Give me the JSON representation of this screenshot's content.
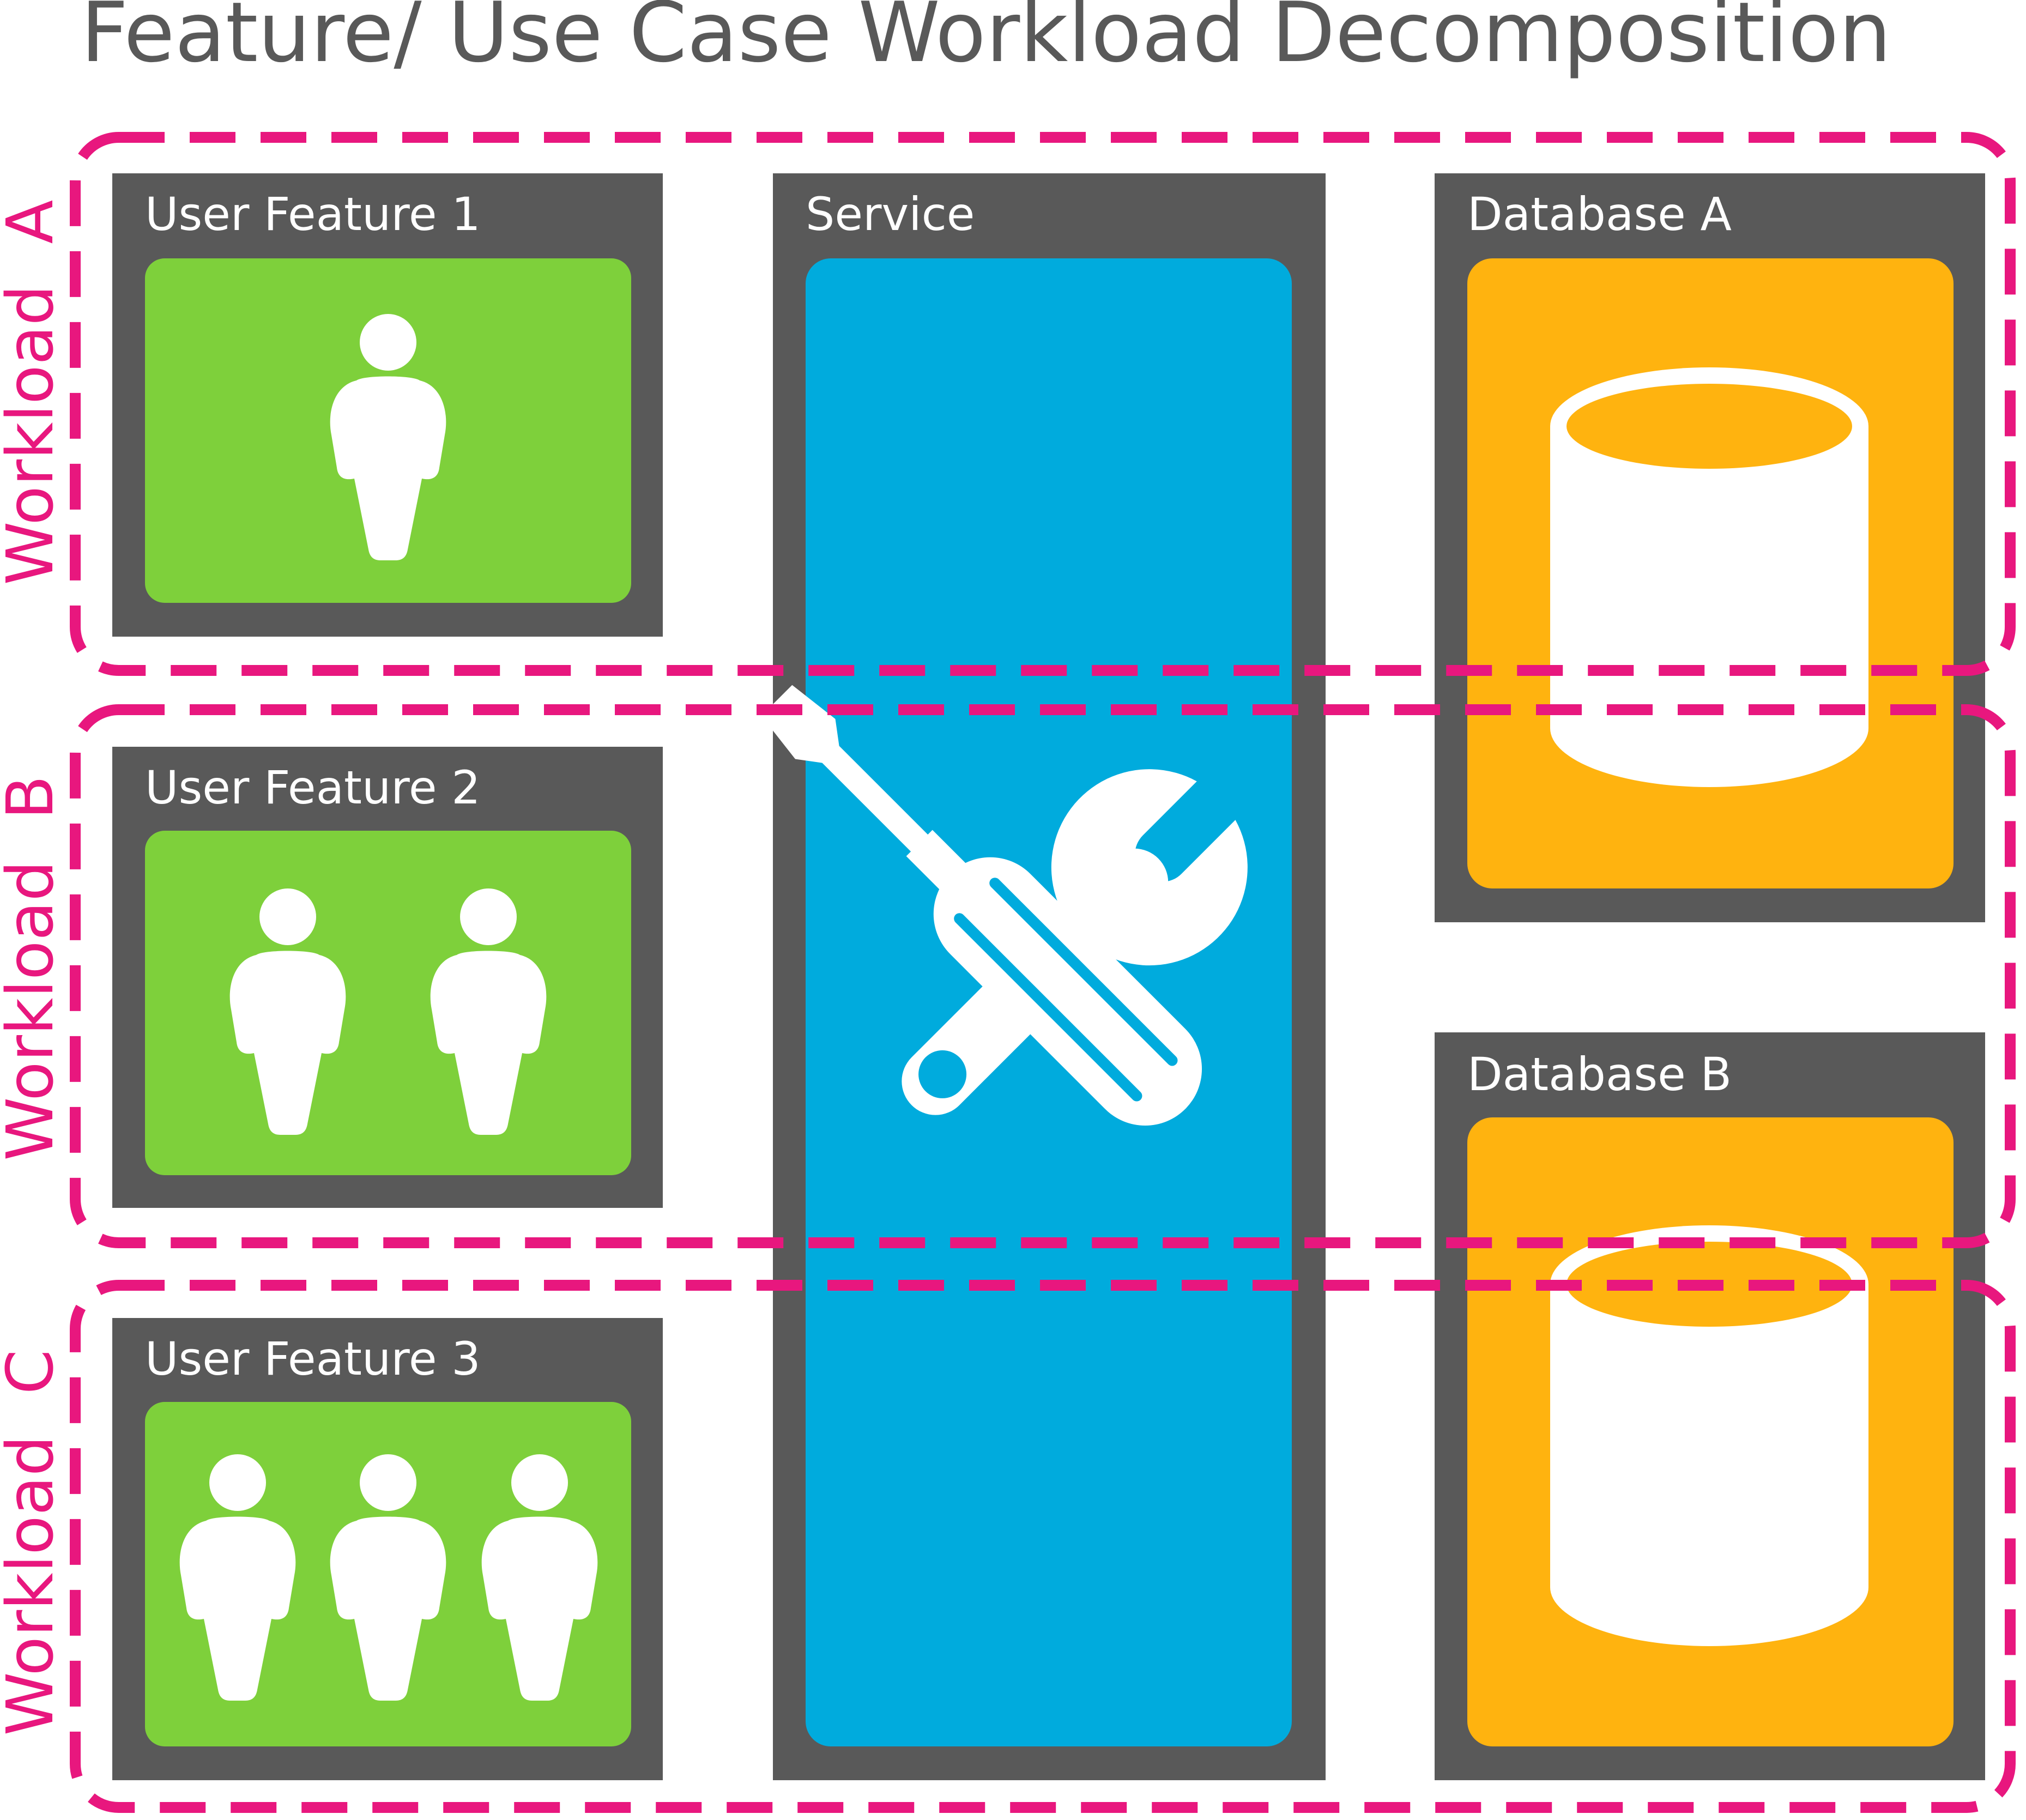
{
  "title": "Feature/ Use Case Workload Decomposition",
  "colors": {
    "panel": "#595959",
    "feature": "#7ed03b",
    "service": "#00abdd",
    "database": "#ffb30f",
    "workload_border": "#e8177e",
    "title_text": "#595959",
    "icon": "#ffffff"
  },
  "workloads": [
    {
      "label": "Workload  A"
    },
    {
      "label": "Workload  B"
    },
    {
      "label": "Workload  C"
    }
  ],
  "features": [
    {
      "label": "User Feature 1",
      "people_count": 1,
      "icon": "person-icon"
    },
    {
      "label": "User Feature 2",
      "people_count": 2,
      "icon": "two-people-icon"
    },
    {
      "label": "User Feature 3",
      "people_count": 3,
      "icon": "three-people-icon"
    }
  ],
  "service": {
    "label": "Service",
    "icon": "wrench-screwdriver-icon"
  },
  "databases": [
    {
      "label": "Database A",
      "icon": "database-cylinder-icon"
    },
    {
      "label": "Database B",
      "icon": "database-cylinder-icon"
    }
  ]
}
